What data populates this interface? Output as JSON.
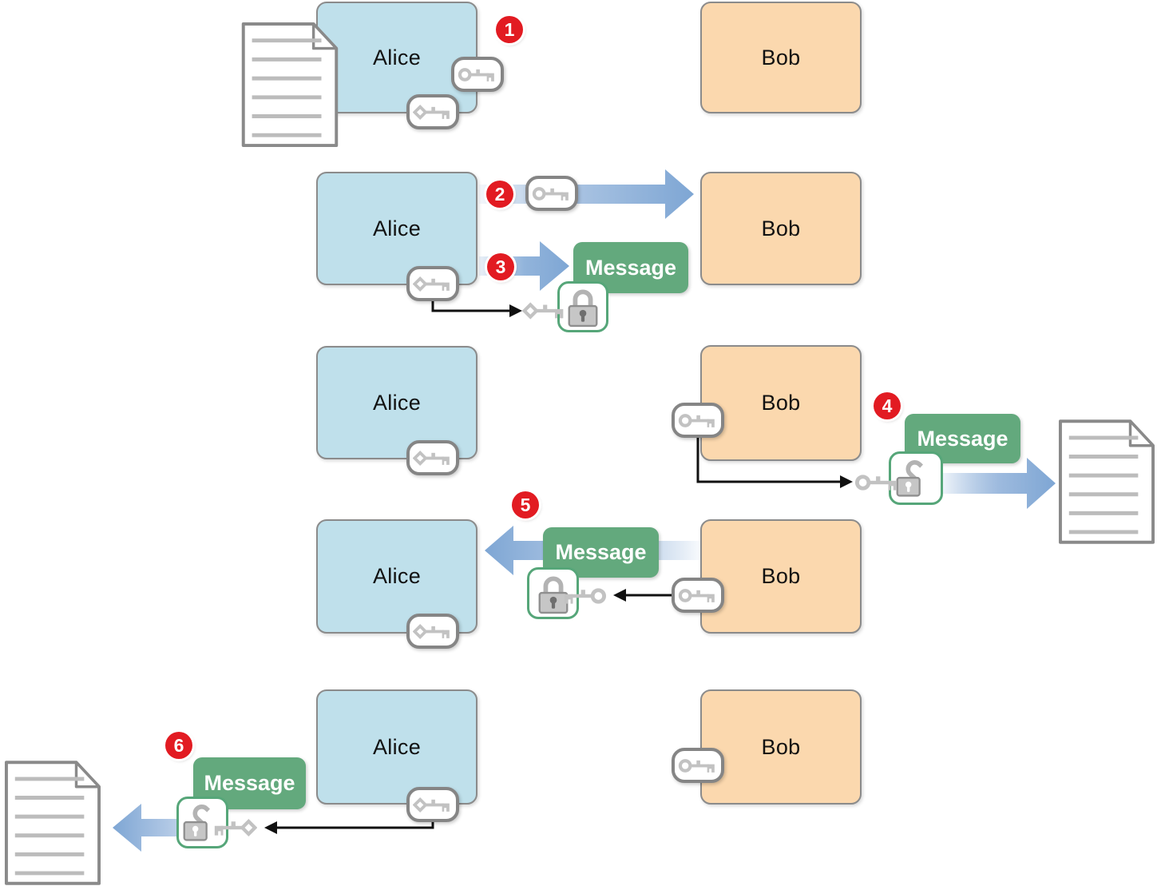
{
  "diagram": {
    "actors": {
      "alice": "Alice",
      "bob": "Bob"
    },
    "message": {
      "label": "Message"
    },
    "steps": [
      "1",
      "2",
      "3",
      "4",
      "5",
      "6"
    ],
    "colors": {
      "alice_box_fill": "#bfe0eb",
      "bob_box_fill": "#fbd8ae",
      "message_fill": "#63a97d",
      "step_badge_fill": "#e21b22",
      "flow_arrow_blue": "#7ea6d4",
      "padlock_frame_green": "#56a679",
      "box_border_gray": "#8b8b8b",
      "key_gray": "#c2c2c2",
      "document_line_gray": "#bcbcbc"
    },
    "icons": [
      "document-icon",
      "public-key-icon",
      "private-key-icon",
      "locked-padlock-icon",
      "unlocked-padlock-icon",
      "flow-arrow",
      "pointer-arrow"
    ]
  }
}
